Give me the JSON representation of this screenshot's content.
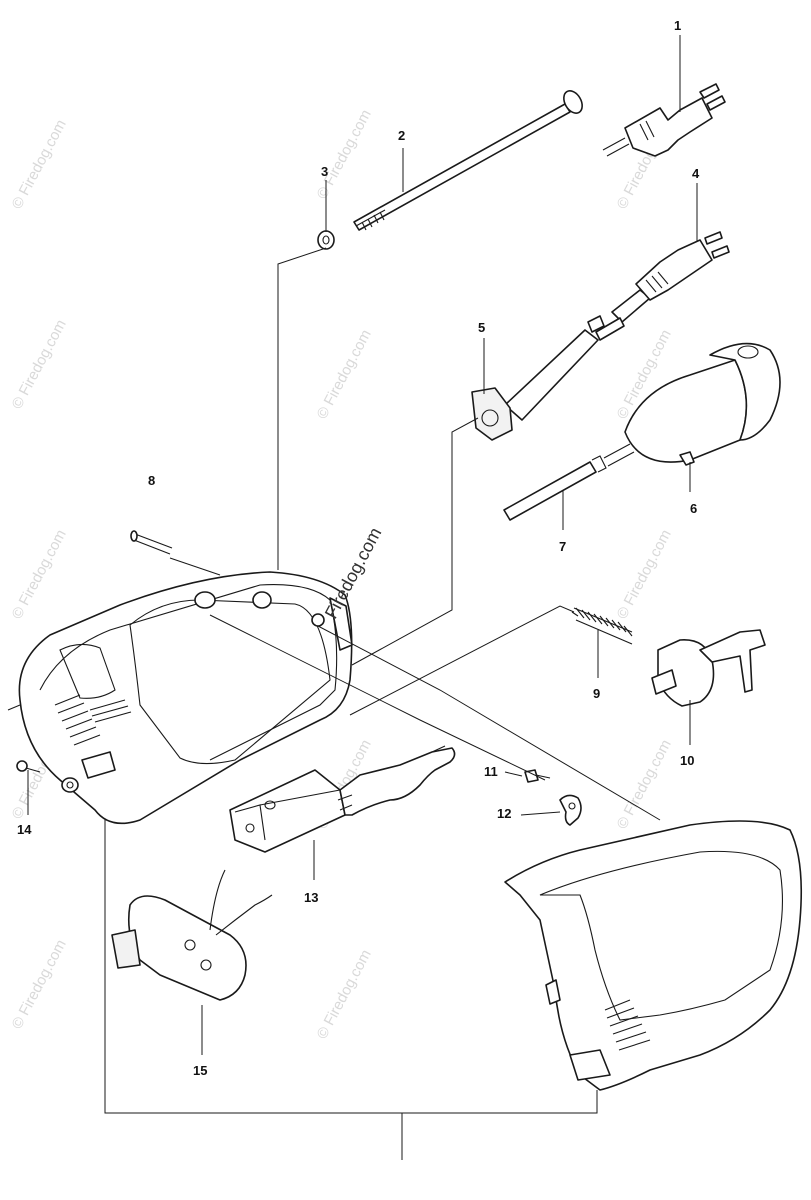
{
  "watermark": {
    "text": "© Firedog.com",
    "center_text": "Firedog.com"
  },
  "callouts": [
    {
      "id": "callout-1",
      "label": "1"
    },
    {
      "id": "callout-2",
      "label": "2"
    },
    {
      "id": "callout-3",
      "label": "3"
    },
    {
      "id": "callout-4",
      "label": "4"
    },
    {
      "id": "callout-5",
      "label": "5"
    },
    {
      "id": "callout-6",
      "label": "6"
    },
    {
      "id": "callout-7",
      "label": "7"
    },
    {
      "id": "callout-8",
      "label": "8"
    },
    {
      "id": "callout-9",
      "label": "9"
    },
    {
      "id": "callout-10",
      "label": "10"
    },
    {
      "id": "callout-11",
      "label": "11"
    },
    {
      "id": "callout-12",
      "label": "12"
    },
    {
      "id": "callout-13",
      "label": "13"
    },
    {
      "id": "callout-14",
      "label": "14"
    },
    {
      "id": "callout-15",
      "label": "15"
    }
  ],
  "colors": {
    "line": "#1a1a1a",
    "watermark": "#d9d9d9",
    "background": "#ffffff"
  }
}
